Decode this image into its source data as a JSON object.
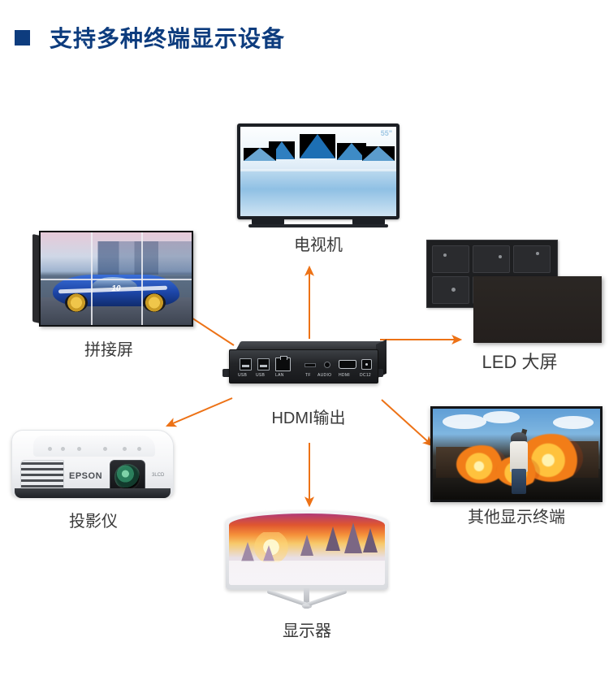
{
  "heading": {
    "bullet_color": "#0d3c7e",
    "text": "支持多种终端显示设备"
  },
  "center_device": {
    "caption": "HDMI输出",
    "ports": [
      {
        "label": "USB",
        "type": "usb"
      },
      {
        "label": "USB",
        "type": "usb"
      },
      {
        "label": "LAN",
        "type": "lan"
      },
      {
        "label": "TF",
        "type": "tf"
      },
      {
        "label": "AUDIO",
        "type": "audio"
      },
      {
        "label": "HDMI",
        "type": "hdmi"
      },
      {
        "label": "DC12",
        "type": "dc"
      }
    ]
  },
  "nodes": [
    {
      "id": "tv",
      "caption": "电视机",
      "screen_badge": "55\""
    },
    {
      "id": "videowall",
      "caption": "拼接屏",
      "car_number": "10"
    },
    {
      "id": "led",
      "caption": "LED 大屏"
    },
    {
      "id": "projector",
      "caption": "投影仪",
      "brand": "EPSON",
      "tech": "3LCD"
    },
    {
      "id": "game",
      "caption": "其他显示终端"
    },
    {
      "id": "monitor",
      "caption": "显示器"
    }
  ],
  "arrows": {
    "color": "#ed7216",
    "items": [
      {
        "name": "arrow-to-videowall",
        "direction": "up-left"
      },
      {
        "name": "arrow-to-tv",
        "direction": "up"
      },
      {
        "name": "arrow-to-led",
        "direction": "right"
      },
      {
        "name": "arrow-to-projector",
        "direction": "down-left"
      },
      {
        "name": "arrow-to-monitor",
        "direction": "down"
      },
      {
        "name": "arrow-to-game",
        "direction": "down-right"
      }
    ]
  }
}
